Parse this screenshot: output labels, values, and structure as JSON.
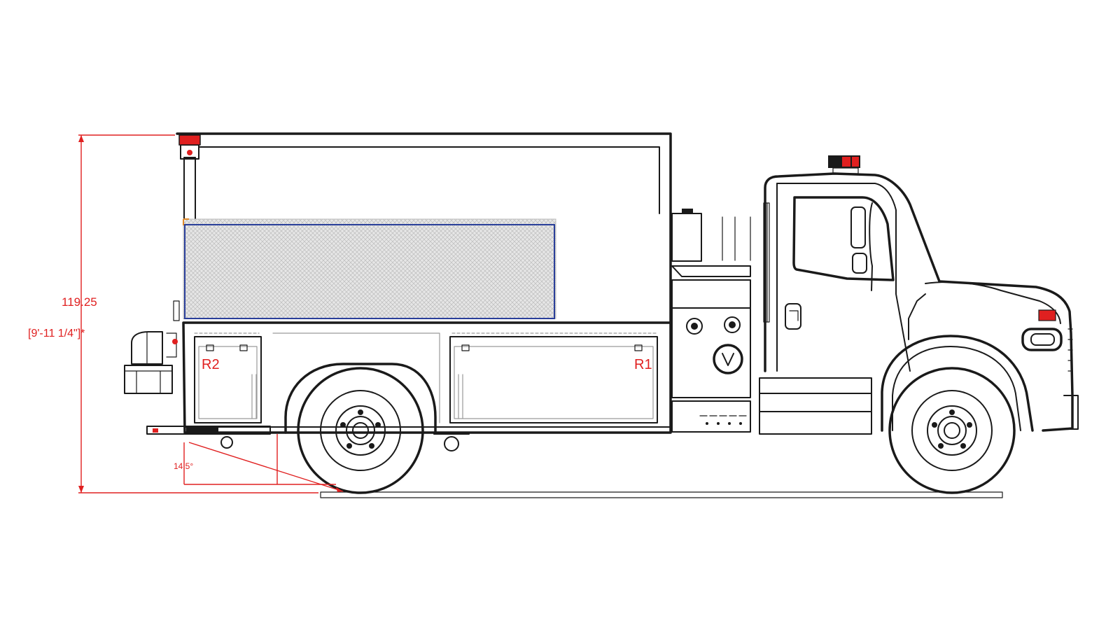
{
  "dimensions": {
    "overall_height": "119.25",
    "overall_height_ftin": "[9'-11 1/4\"]*",
    "departure_angle": "14.5°"
  },
  "compartments": {
    "rear_left": "R2",
    "front_right": "R1"
  },
  "colors": {
    "dimension_red": "#e02020",
    "line_black": "#1a1a1a",
    "tank_blue": "#2a3f9a",
    "tank_fill": "#d8d8d8",
    "light_red": "#e02020"
  }
}
